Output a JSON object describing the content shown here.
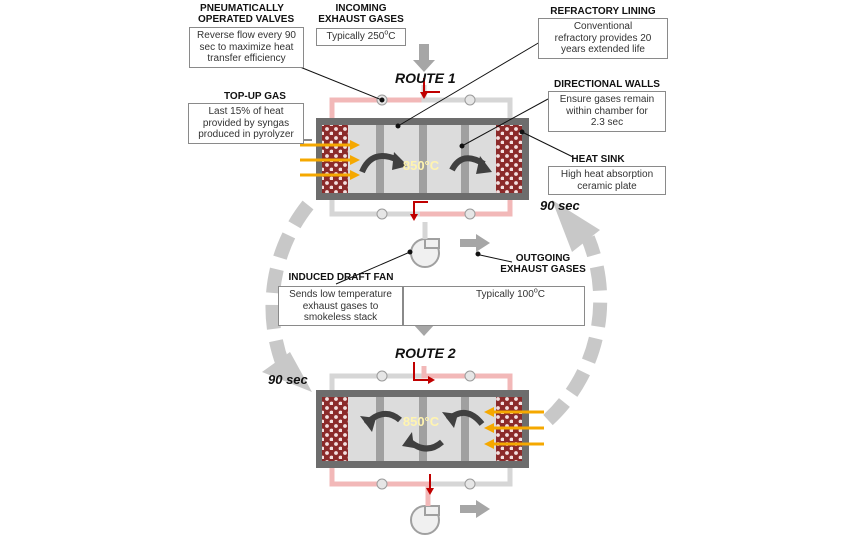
{
  "labels": {
    "pneumatic_valves": {
      "title_line1": "PNEUMATICALLY",
      "title_line2": "OPERATED VALVES",
      "desc": [
        "Reverse flow every 90",
        "sec to maximize heat",
        "transfer efficiency"
      ]
    },
    "incoming_gases": {
      "title_line1": "INCOMING",
      "title_line2": "EXHAUST GASES",
      "temp_prefix": "Typically 250",
      "temp_degree": "o",
      "temp_unit": "C"
    },
    "refractory_lining": {
      "title": "REFRACTORY LINING",
      "desc": [
        "Conventional",
        "refractory provides 20",
        "years extended life"
      ]
    },
    "top_up_gas": {
      "title": "TOP-UP GAS",
      "desc": [
        "Last 15% of heat",
        "provided by syngas",
        "produced in pyrolyzer"
      ]
    },
    "directional_walls": {
      "title": "DIRECTIONAL WALLS",
      "desc": [
        "Ensure gases remain",
        "within chamber for",
        "2.3 sec"
      ]
    },
    "heat_sink": {
      "title": "HEAT SINK",
      "desc": [
        "High heat absorption",
        "ceramic plate"
      ]
    },
    "induced_draft_fan": {
      "title": "INDUCED DRAFT FAN",
      "desc": [
        "Sends low temperature",
        "exhaust gases to",
        "smokeless stack"
      ]
    },
    "outgoing_gases": {
      "title_line1": "OUTGOING",
      "title_line2": "EXHAUST GASES",
      "temp_prefix": "Typically 100",
      "temp_degree": "o",
      "temp_unit": "C"
    }
  },
  "routes": {
    "route1": "ROUTE 1",
    "route2": "ROUTE 2"
  },
  "timers": {
    "right": "90 sec",
    "left": "90 sec"
  },
  "chamber_temp": {
    "route1": "850°C",
    "route2": "850°C"
  },
  "colors": {
    "chamber_border": "#6d6d6d",
    "chamber_fill": "#d9d9d9",
    "heat_sink": "#8b2a2a",
    "flame_arrow": "#f5a800",
    "hot_pipe": "#f2b8b8",
    "cold_pipe": "#d6d6d6",
    "flow_arrow": "#c00000",
    "swirl_arrow": "#404040",
    "cycle_arrow": "#c8c8c8",
    "gas_arrow": "#a6a6a6",
    "temp_text": "#fff4b0"
  }
}
